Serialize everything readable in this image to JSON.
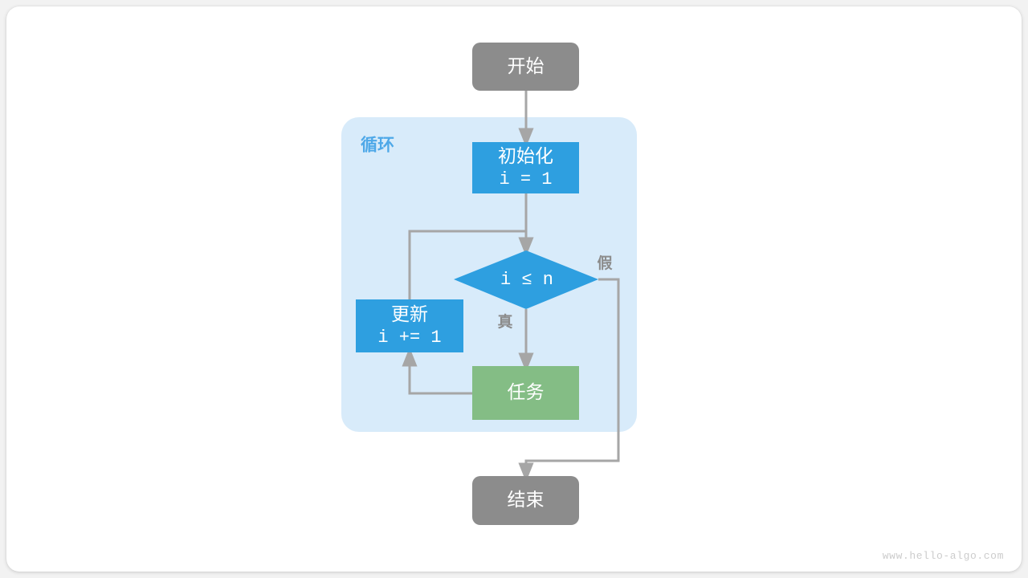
{
  "page": {
    "background_color": "#f2f2f2",
    "card_color": "#ffffff",
    "watermark": "www.hello-algo.com"
  },
  "palette": {
    "terminal_gray": "#8c8c8c",
    "process_blue": "#2e9fe0",
    "task_green": "#84bd85",
    "loop_container": "#d8ebfa",
    "edge_gray": "#a6a6a6",
    "group_label_blue": "#4ea8e8",
    "edge_label_gray": "#8c8c8c",
    "node_text": "#ffffff"
  },
  "flowchart": {
    "type": "flowchart",
    "group": {
      "label": "循环"
    },
    "nodes": {
      "start": {
        "label": "开始",
        "shape": "rounded-rect",
        "color": "#8c8c8c"
      },
      "init": {
        "label_line1": "初始化",
        "label_line2": "i = 1",
        "shape": "rect",
        "color": "#2e9fe0"
      },
      "condition": {
        "label": "i ≤ n",
        "shape": "diamond",
        "color": "#2e9fe0"
      },
      "task": {
        "label": "任务",
        "shape": "rect",
        "color": "#84bd85"
      },
      "update": {
        "label_line1": "更新",
        "label_line2": "i += 1",
        "shape": "rect",
        "color": "#2e9fe0"
      },
      "end": {
        "label": "结束",
        "shape": "rounded-rect",
        "color": "#8c8c8c"
      }
    },
    "edges": [
      {
        "from": "start",
        "to": "init",
        "label": ""
      },
      {
        "from": "init",
        "to": "condition",
        "label": ""
      },
      {
        "from": "condition",
        "to": "task",
        "label": "真"
      },
      {
        "from": "condition",
        "to": "end",
        "label": "假"
      },
      {
        "from": "task",
        "to": "update",
        "label": ""
      },
      {
        "from": "update",
        "to": "condition",
        "label": ""
      }
    ]
  }
}
